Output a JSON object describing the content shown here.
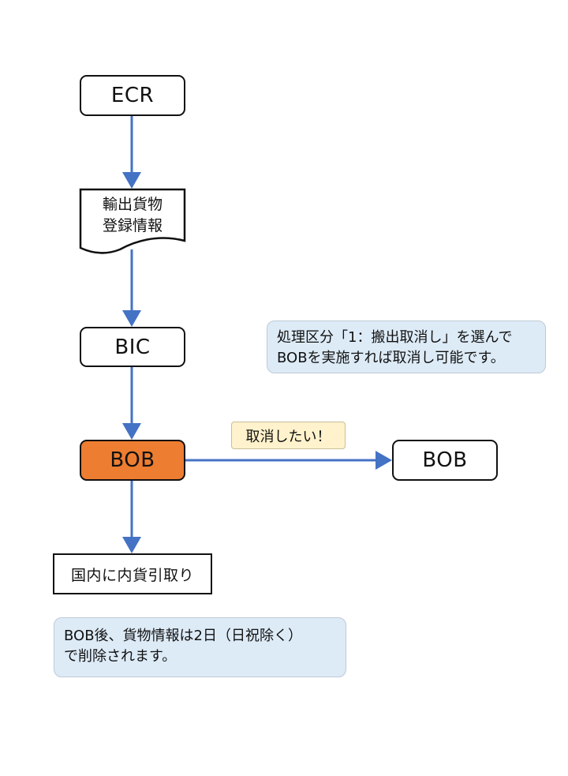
{
  "nodes": {
    "ecr": "ECR",
    "export_doc": "輸出貨物\n登録情報",
    "bic": "BIC",
    "bob_main": "BOB",
    "bob_cancel": "BOB",
    "domestic": "国内に内貨引取り"
  },
  "notes": {
    "cancel_note": "処理区分「1：搬出取消し」を選んで\nBOBを実施すれば取消し可能です。",
    "cancel_callout": "取消したい！",
    "delete_note": "BOB後、貨物情報は2日（日祝除く）\nで削除されます。"
  },
  "colors": {
    "arrow": "#4472C4",
    "active_fill": "#ED7D31",
    "note_fill": "#DDEBF7",
    "callout_fill": "#FFF2CC"
  }
}
